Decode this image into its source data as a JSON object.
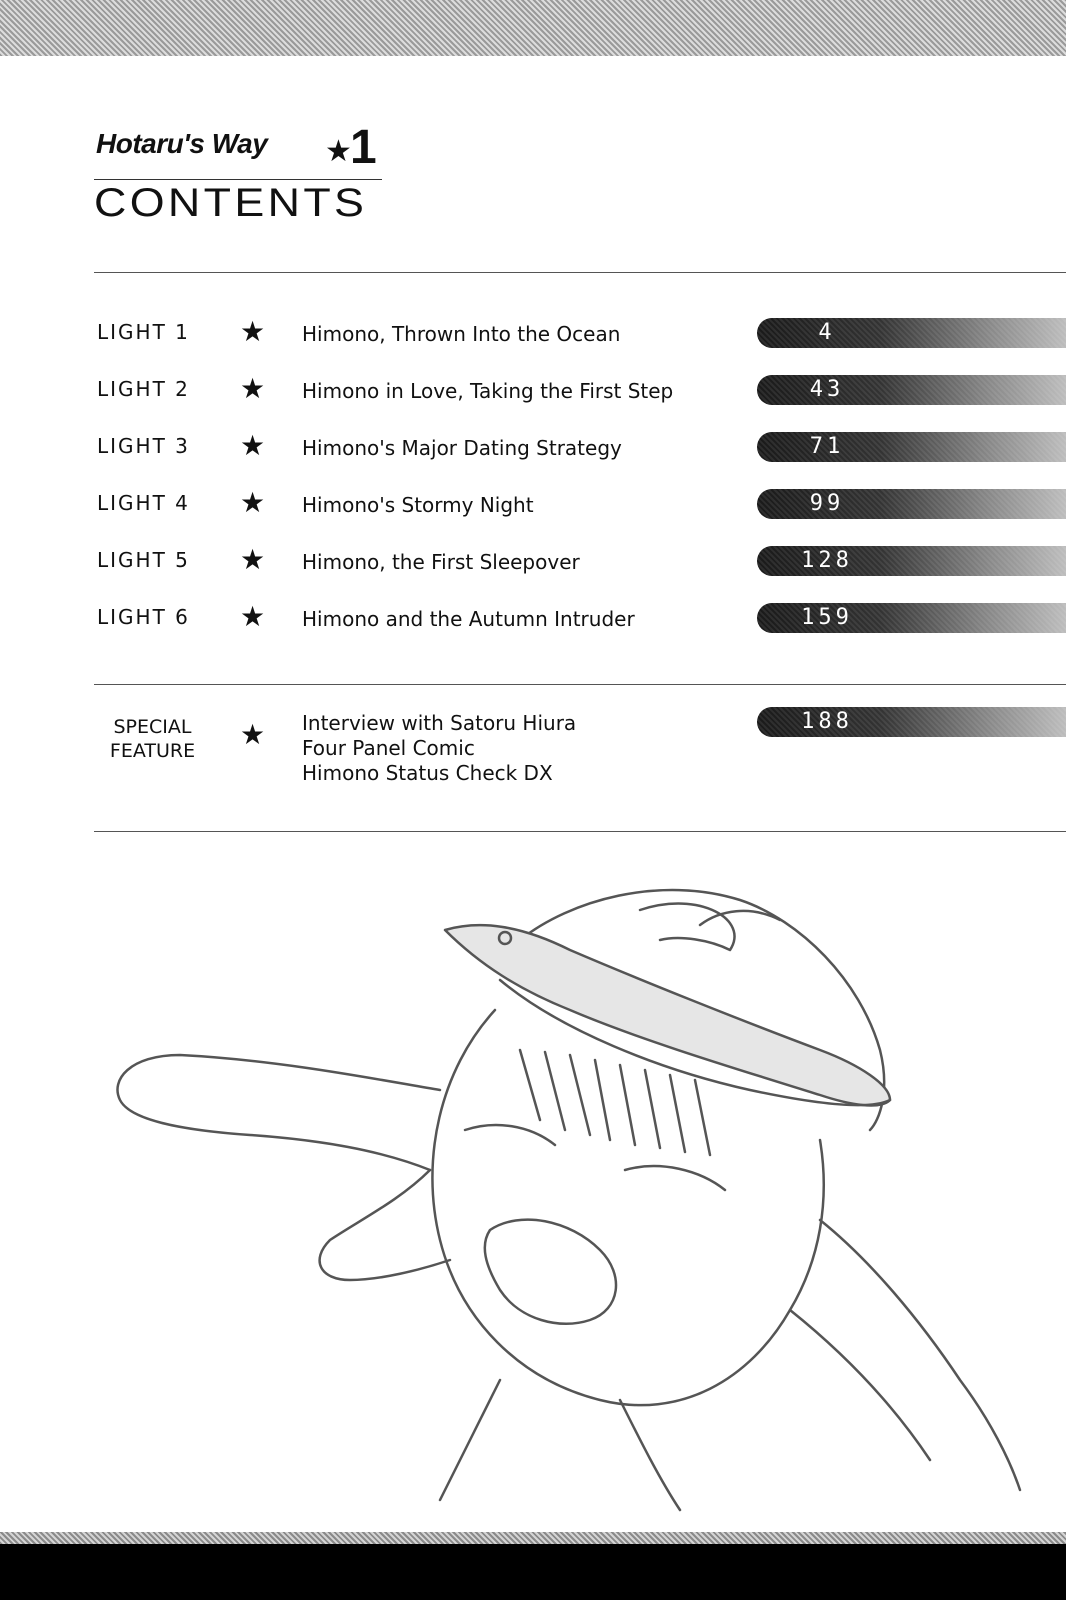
{
  "header": {
    "series_title": "Hotaru's Way",
    "volume_star": "★",
    "volume_number": "1",
    "contents_label": "CONTENTS"
  },
  "chapters": [
    {
      "label": "LIGHT 1",
      "title": "Himono, Thrown Into the Ocean",
      "page": "4"
    },
    {
      "label": "LIGHT 2",
      "title": "Himono in Love, Taking the First Step",
      "page": "43"
    },
    {
      "label": "LIGHT 3",
      "title": "Himono's Major Dating Strategy",
      "page": "71"
    },
    {
      "label": "LIGHT 4",
      "title": "Himono's Stormy Night",
      "page": "99"
    },
    {
      "label": "LIGHT 5",
      "title": "Himono, the First Sleepover",
      "page": "128"
    },
    {
      "label": "LIGHT 6",
      "title": "Himono and the Autumn Intruder",
      "page": "159"
    }
  ],
  "special": {
    "label_line1": "SPECIAL",
    "label_line2": "FEATURE",
    "items": [
      "Interview with Satoru Hiura",
      "Four Panel Comic",
      "Himono Status Check DX"
    ],
    "page": "188"
  },
  "star_glyph": "★"
}
